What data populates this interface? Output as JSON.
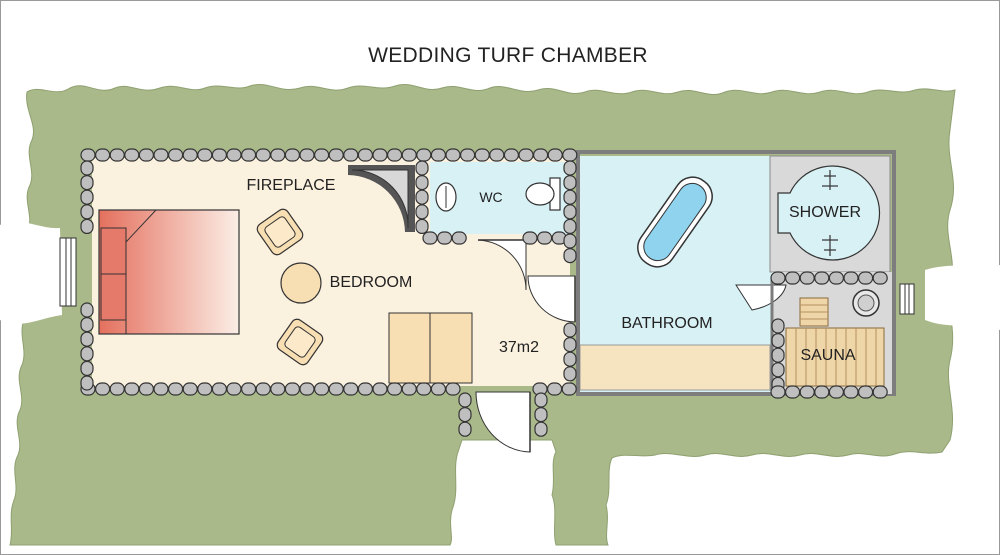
{
  "title": "WEDDING TURF CHAMBER",
  "labels": {
    "fireplace": "FIREPLACE",
    "wc": "WC",
    "bedroom": "BEDROOM",
    "area": "37m2",
    "bathroom": "BATHROOM",
    "shower": "SHOWER",
    "sauna": "SAUNA"
  },
  "colors": {
    "turf": "#a9b98a",
    "floor": "#fbf1df",
    "bathroom_floor": "#d8f1f5",
    "bed": "#e67a6a",
    "furniture": "#f8deb3",
    "sauna_wood": "#efd6a8",
    "stone": "#bfbfbf"
  }
}
